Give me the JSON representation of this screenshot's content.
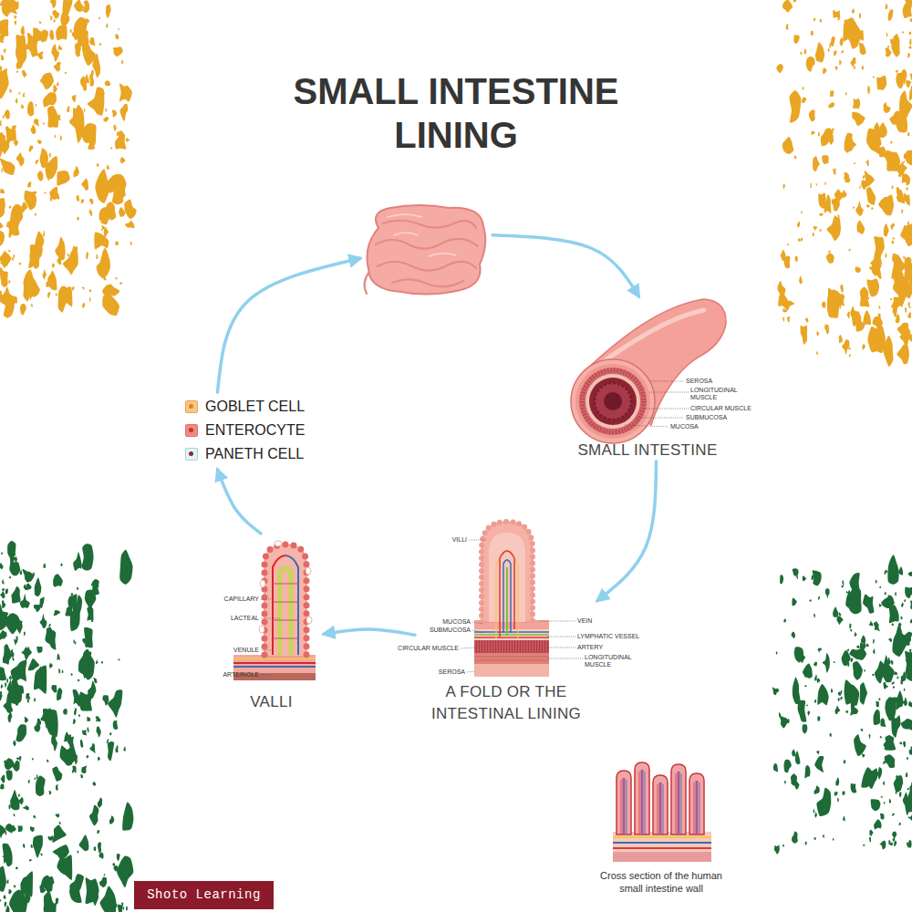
{
  "diagram": {
    "title": "SMALL INTESTINE LINING",
    "nodes": [
      {
        "text": []
      },
      {
        "text": [
          "SMALL INTESTINE"
        ]
      },
      {
        "text": [
          "A FOLD OR THE INTESTINAL LINING"
        ]
      },
      {
        "text": [
          "VALLI"
        ]
      },
      {
        "text": []
      }
    ],
    "edges": [
      {
        "from": 0,
        "to": 1,
        "arrow": "to"
      },
      {
        "from": 1,
        "to": 2,
        "arrow": "to"
      },
      {
        "from": 2,
        "to": 3,
        "arrow": "to"
      },
      {
        "from": 3,
        "to": 4,
        "arrow": "to"
      },
      {
        "from": 4,
        "to": 0,
        "arrow": "to"
      }
    ],
    "labels": [
      "SEROSA",
      "LONGITUDINAL MUSCLE",
      "CIRCULAR MUSCLE",
      "SUBMUCOSA",
      "MUCOSA",
      "VILLI",
      "MUCOSA",
      "SUBMUCOSA",
      "CIRCULAR MUSCLE",
      "SEROSA",
      "VEIN",
      "LYMPHATIC VESSEL",
      "ARTERY",
      "LONGITUDINAL MUSCLE",
      "CAPILLARY",
      "LACTEAL",
      "VENULE",
      "ARTERIOLE",
      "Cross section of the human small intestine wall",
      "Shoto Learning"
    ],
    "legend": [
      {
        "text": "GOBLET CELL",
        "color": "#f9c784"
      },
      {
        "text": "ENTEROCYTE",
        "color": "#f08a84"
      },
      {
        "text": "PANETH CELL",
        "color": "#e4f4f6"
      }
    ]
  }
}
